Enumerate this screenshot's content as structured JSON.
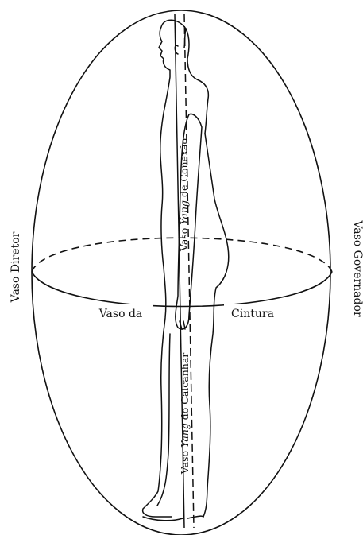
{
  "labels": {
    "left_meridian": "Vaso Diretor",
    "right_meridian": "Vaso Governador",
    "belt_left": "Vaso da",
    "belt_right": "Cintura",
    "upper_vertical": {
      "prefix": "Vaso ",
      "italic": "Yang",
      "suffix": " de Conexão"
    },
    "lower_vertical": {
      "prefix": "Vaso ",
      "italic": "Yang",
      "suffix": " do Calcanhar"
    }
  },
  "colors": {
    "ink": "#111111",
    "background": "#ffffff"
  }
}
